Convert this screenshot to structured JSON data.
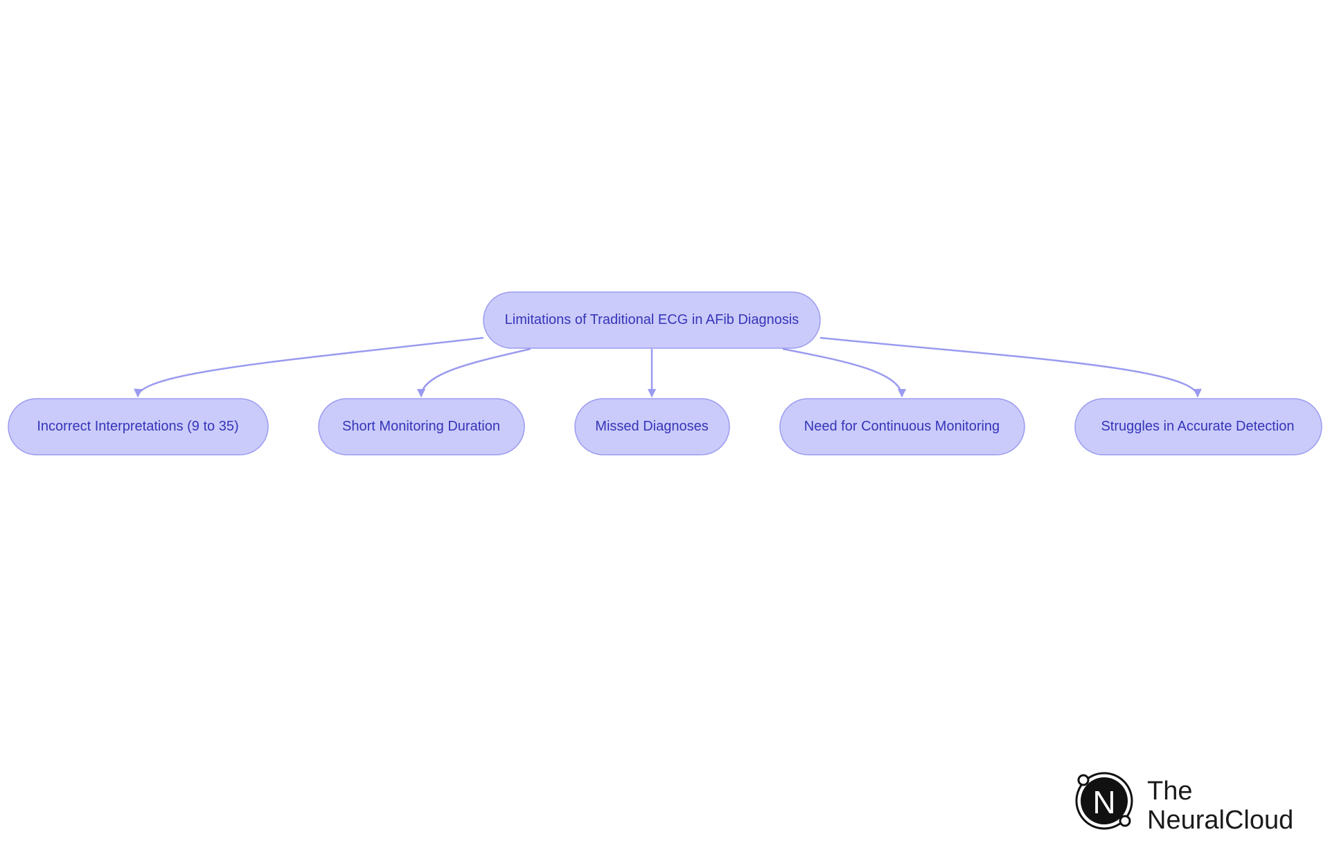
{
  "diagram": {
    "type": "tree",
    "colors": {
      "node_fill": "#cbcbfb",
      "node_stroke": "#9a9af0",
      "node_text": "#3434b8",
      "edge": "#9a9af0"
    },
    "root": {
      "label": "Limitations of Traditional ECG in AFib Diagnosis"
    },
    "children": [
      {
        "label": "Incorrect Interpretations (9 to 35)"
      },
      {
        "label": "Short Monitoring Duration"
      },
      {
        "label": "Missed Diagnoses"
      },
      {
        "label": "Need for Continuous Monitoring"
      },
      {
        "label": "Struggles in Accurate Detection"
      }
    ],
    "edges": [
      {
        "from": "root",
        "to": 0
      },
      {
        "from": "root",
        "to": 1
      },
      {
        "from": "root",
        "to": 2
      },
      {
        "from": "root",
        "to": 3
      },
      {
        "from": "root",
        "to": 4
      }
    ]
  },
  "logo": {
    "icon": "n-circle-logo-icon",
    "glyph": "N",
    "line1": "The",
    "line2": "NeuralCloud"
  }
}
